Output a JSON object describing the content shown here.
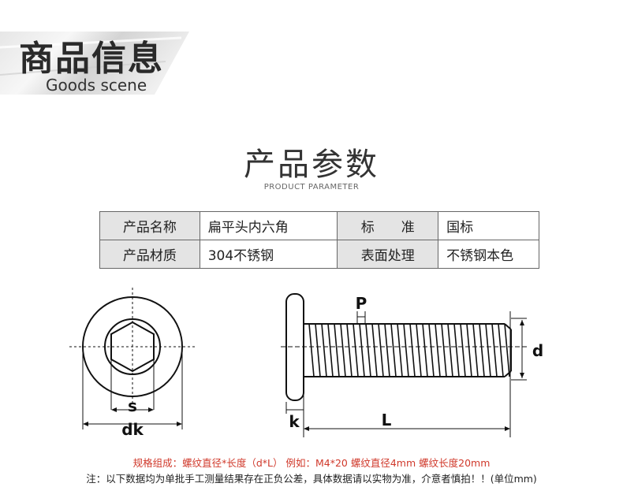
{
  "banner": {
    "title": "商品信息",
    "subtitle": "Goods scene"
  },
  "section": {
    "title": "产品参数",
    "subtitle": "PRODUCT PARAMETER"
  },
  "params": {
    "rows": [
      {
        "label1": "产品名称",
        "value1": "扁平头内六角",
        "label2": "标　　准",
        "value2": "国标"
      },
      {
        "label1": "产品材质",
        "value1": "304不锈钢",
        "label2": "表面处理",
        "value2": "不锈钢本色"
      }
    ]
  },
  "diagram": {
    "labels": {
      "s": "s",
      "dk": "dk",
      "p": "P",
      "d": "d",
      "k": "k",
      "l": "L"
    }
  },
  "notes": {
    "spec": "规格组成：螺纹直径*长度（d*L） 例如：M4*20 螺纹直径4mm 螺纹长度20mm",
    "disclaimer": "注：以下数据均为单批手工测量结果存在正负公差，具体数据请以实物为准，介意者慎拍！！(单位mm)"
  },
  "colors": {
    "spec_note": "#d0392b",
    "table_label_bg": "#e4e4e4"
  }
}
